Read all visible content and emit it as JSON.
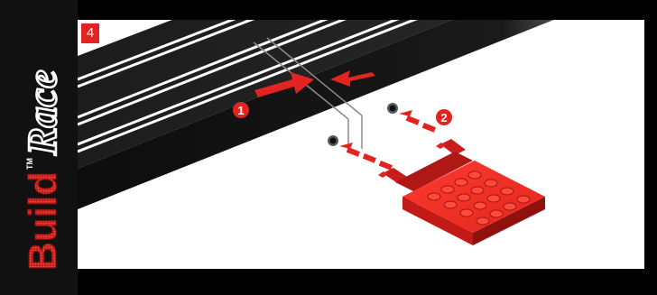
{
  "logo": {
    "word1": "Build",
    "word2": "Race",
    "mark": "TM",
    "icon": "build-n-race-logo"
  },
  "step": {
    "number": "4"
  },
  "callouts": [
    {
      "label": "1",
      "icon": "numbered-circle"
    },
    {
      "label": "2",
      "icon": "numbered-circle"
    }
  ],
  "colors": {
    "accent_red": "#e32320",
    "track_black": "#1c1c1c",
    "brick_red": "#e0261f",
    "frame_black": "#000000"
  }
}
